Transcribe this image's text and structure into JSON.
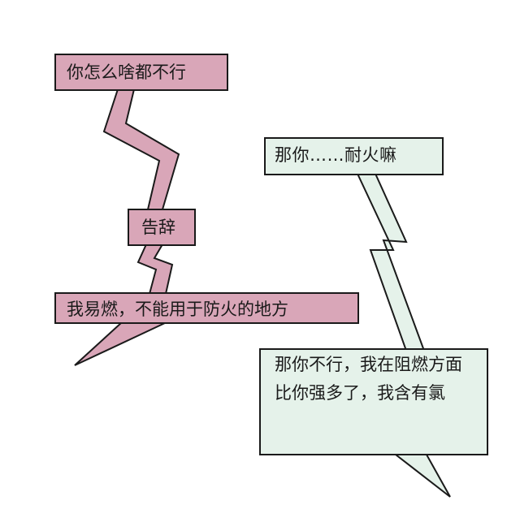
{
  "colors": {
    "left_bubble": "#d9a6b8",
    "right_bubble": "#e5f2ea",
    "outline": "#1a1a1a"
  },
  "left": {
    "line1": "你怎么啥都不行",
    "line2": "告辞",
    "line3": "我易燃，不能用于防火的地方"
  },
  "right": {
    "line1": "那你……耐火嘛",
    "line2": "那你不行，我在阻燃方面比你强多了，我含有氯"
  }
}
